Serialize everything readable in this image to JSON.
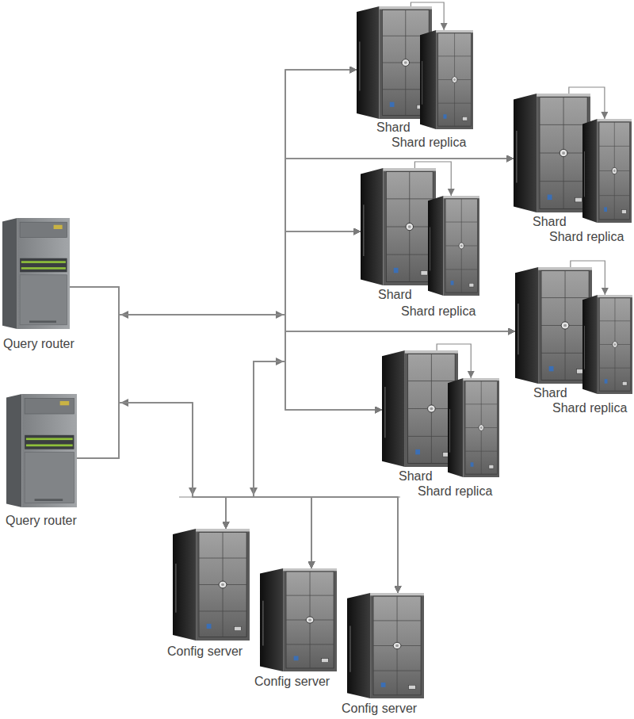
{
  "diagram": {
    "nodes": [
      {
        "text": [
          "Query router"
        ]
      },
      {
        "text": [
          "Query router"
        ]
      },
      {
        "text": [
          "Shard"
        ]
      },
      {
        "text": [
          "Shard replica"
        ]
      },
      {
        "text": [
          "Shard"
        ]
      },
      {
        "text": [
          "Shard replica"
        ]
      },
      {
        "text": [
          "Shard"
        ]
      },
      {
        "text": [
          "Shard replica"
        ]
      },
      {
        "text": [
          "Shard"
        ]
      },
      {
        "text": [
          "Shard replica"
        ]
      },
      {
        "text": [
          "Shard"
        ]
      },
      {
        "text": [
          "Shard replica"
        ]
      },
      {
        "text": [
          "Config server"
        ]
      },
      {
        "text": [
          "Config server"
        ]
      },
      {
        "text": [
          "Config server"
        ]
      }
    ],
    "edges": [
      {
        "from": 2,
        "to": 3,
        "arrow": "to"
      },
      {
        "from": 4,
        "to": 5,
        "arrow": "to"
      },
      {
        "from": 6,
        "to": 7,
        "arrow": "to"
      },
      {
        "from": 8,
        "to": 9,
        "arrow": "to"
      },
      {
        "from": 10,
        "to": 11,
        "arrow": "to"
      },
      {
        "from": 0,
        "to": 2,
        "arrow": "to"
      },
      {
        "from": 0,
        "to": 4,
        "arrow": "to"
      },
      {
        "from": 0,
        "to": 6,
        "arrow": "to"
      },
      {
        "from": 0,
        "to": 8,
        "arrow": "to"
      },
      {
        "from": 0,
        "to": 10,
        "arrow": "to"
      },
      {
        "from": 1,
        "to": 2,
        "arrow": "to"
      },
      {
        "from": 1,
        "to": 4,
        "arrow": "to"
      },
      {
        "from": 1,
        "to": 6,
        "arrow": "to"
      },
      {
        "from": 1,
        "to": 8,
        "arrow": "to"
      },
      {
        "from": 1,
        "to": 10,
        "arrow": "to"
      },
      {
        "from": 0,
        "to": 12,
        "arrow": "to"
      },
      {
        "from": 0,
        "to": 13,
        "arrow": "to"
      },
      {
        "from": 0,
        "to": 14,
        "arrow": "to"
      },
      {
        "from": 1,
        "to": 12,
        "arrow": "to"
      },
      {
        "from": 1,
        "to": 13,
        "arrow": "to"
      },
      {
        "from": 1,
        "to": 14,
        "arrow": "to"
      },
      {
        "from": 12,
        "to": 2,
        "arrow": "both"
      },
      {
        "from": 12,
        "to": 4,
        "arrow": "both"
      },
      {
        "from": 12,
        "to": 6,
        "arrow": "both"
      },
      {
        "from": 12,
        "to": 8,
        "arrow": "both"
      },
      {
        "from": 12,
        "to": 10,
        "arrow": "both"
      },
      {
        "from": 13,
        "to": 2,
        "arrow": "both"
      },
      {
        "from": 13,
        "to": 4,
        "arrow": "both"
      },
      {
        "from": 13,
        "to": 6,
        "arrow": "both"
      },
      {
        "from": 13,
        "to": 8,
        "arrow": "both"
      },
      {
        "from": 13,
        "to": 10,
        "arrow": "both"
      },
      {
        "from": 14,
        "to": 2,
        "arrow": "both"
      },
      {
        "from": 14,
        "to": 4,
        "arrow": "both"
      },
      {
        "from": 14,
        "to": 6,
        "arrow": "both"
      },
      {
        "from": 14,
        "to": 8,
        "arrow": "both"
      },
      {
        "from": 14,
        "to": 10,
        "arrow": "both"
      }
    ]
  }
}
